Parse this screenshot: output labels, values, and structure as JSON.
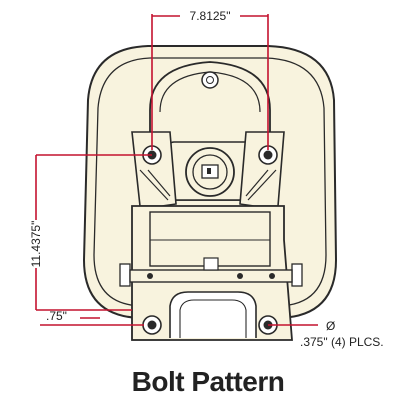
{
  "caption": "Bolt Pattern",
  "dimensions": {
    "width_top": "7.8125\"",
    "height_left": "11.4375\"",
    "edge_offset": ".75\"",
    "hole_size": ".375\" (4) PLCS.",
    "diameter_symbol": "Ø"
  },
  "colors": {
    "dimension_line": "#c4122f",
    "outline": "#2a2a2a",
    "body_fill": "#f8f3de",
    "hole_fill": "#ffffff"
  }
}
